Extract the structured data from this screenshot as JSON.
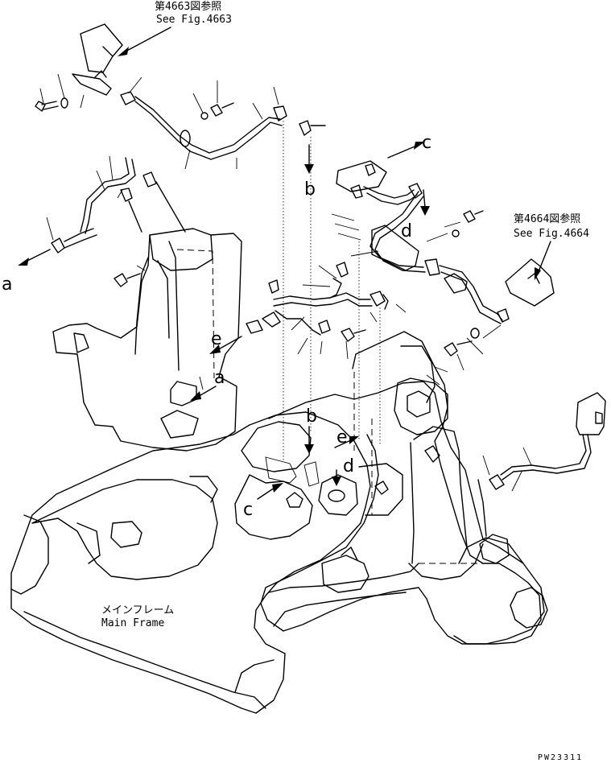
{
  "references": {
    "fig4663_jp": "第4663図参照",
    "fig4663_en": "See Fig.4663",
    "fig4664_jp": "第4664図参照",
    "fig4664_en": "See Fig.4664"
  },
  "main_frame": {
    "jp": "メインフレーム",
    "en": "Main Frame"
  },
  "letters": {
    "a": "a",
    "b": "b",
    "c": "c",
    "d": "d",
    "e": "e"
  },
  "drawing_code": "PW23311"
}
